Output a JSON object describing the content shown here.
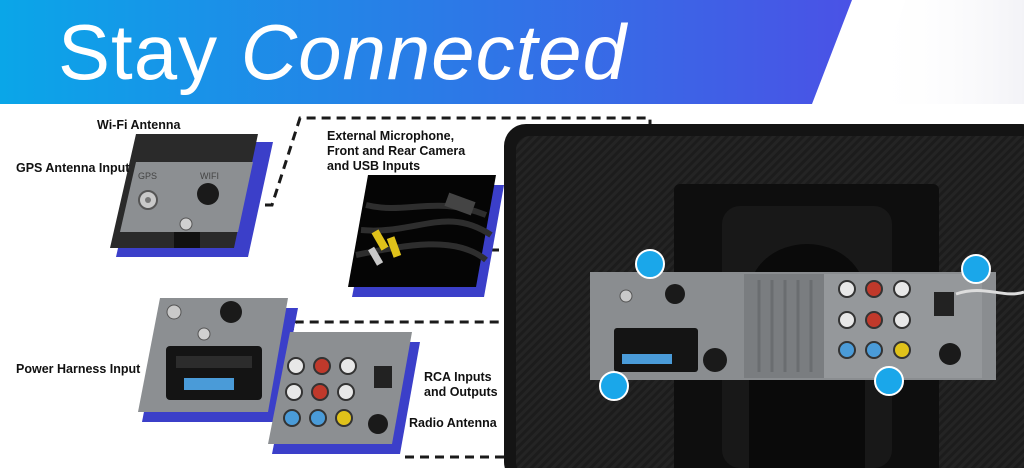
{
  "headline": {
    "word1": "Stay",
    "word2": "Connected"
  },
  "labels": {
    "wifi_antenna": "Wi-Fi Antenna",
    "gps_antenna_input": "GPS Antenna Input",
    "external_inputs_line1": "External Microphone,",
    "external_inputs_line2": "Front and Rear Camera",
    "external_inputs_line3": "and USB Inputs",
    "power_harness_input": "Power Harness Input",
    "rca_line1": "RCA Inputs",
    "rca_line2": "and Outputs",
    "radio_antenna": "Radio Antenna"
  },
  "port_marks": {
    "gps": "GPS",
    "wifi": "WIFI"
  },
  "colors": {
    "banner_start": "#0aa6e8",
    "banner_end": "#4a52e6",
    "accent_blue": "#3b3fc9",
    "callout_dot": "#1aa7ea",
    "device_body": "#1b1b1b",
    "chassis": "#8a8d90"
  },
  "icons": [
    "wifi-antenna-connector-icon",
    "gps-antenna-connector-icon",
    "power-harness-connector-icon",
    "rca-jack-icon",
    "radio-antenna-jack-icon",
    "usb-cable-icon"
  ]
}
